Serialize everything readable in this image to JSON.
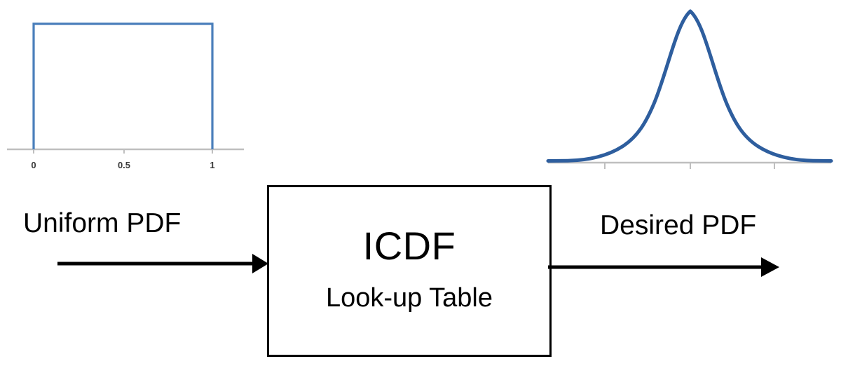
{
  "diagram": {
    "title": "Inverse CDF transform sampling block diagram",
    "background_color": "#ffffff",
    "line_color": "#000000"
  },
  "uniform_plot": {
    "name": "uniform-pdf-plot",
    "axis_labels": [
      "0",
      "0.5",
      "1"
    ],
    "line_color": "#4A7EBB",
    "axis_color": "#bfbfbf",
    "chart_data": {
      "type": "line",
      "title": "",
      "xlabel": "",
      "ylabel": "",
      "x": [
        0,
        0,
        1,
        1
      ],
      "y": [
        0,
        1,
        1,
        0
      ],
      "xlim": [
        -0.2,
        1.2
      ],
      "ylim": [
        0,
        1.15
      ],
      "xticks": [
        0,
        0.5,
        1
      ],
      "xticklabels": [
        "0",
        "0.5",
        "1"
      ],
      "grid": false,
      "legend": false,
      "description": "Uniform probability density function on the interval 0 to 1"
    }
  },
  "normal_plot": {
    "name": "desired-pdf-plot",
    "line_color": "#2E5E9E",
    "axis_color": "#bfbfbf",
    "chart_data": {
      "type": "line",
      "title": "",
      "xlabel": "",
      "ylabel": "",
      "x": [
        -3.0,
        -2.6,
        -2.2,
        -1.8,
        -1.4,
        -1.0,
        -0.6,
        -0.2,
        0.0,
        0.2,
        0.6,
        1.0,
        1.4,
        1.8,
        2.2,
        2.6,
        3.0
      ],
      "y": [
        0.011,
        0.026,
        0.056,
        0.108,
        0.186,
        0.288,
        0.407,
        0.523,
        0.565,
        0.523,
        0.407,
        0.288,
        0.186,
        0.108,
        0.056,
        0.026,
        0.011
      ],
      "xlim": [
        -3.4,
        3.4
      ],
      "ylim": [
        0,
        0.62
      ],
      "xticks": [
        -1,
        0,
        1
      ],
      "xticklabels": [
        "",
        "",
        ""
      ],
      "grid": false,
      "legend": false,
      "description": "Bell-shaped Gaussian probability density function"
    }
  },
  "icdf_box": {
    "title": "ICDF",
    "subtitle": "Look-up Table"
  },
  "labels": {
    "input": "Uniform PDF",
    "output": "Desired PDF"
  },
  "arrows": {
    "input_arrow_name": "input-arrow",
    "output_arrow_name": "output-arrow"
  }
}
